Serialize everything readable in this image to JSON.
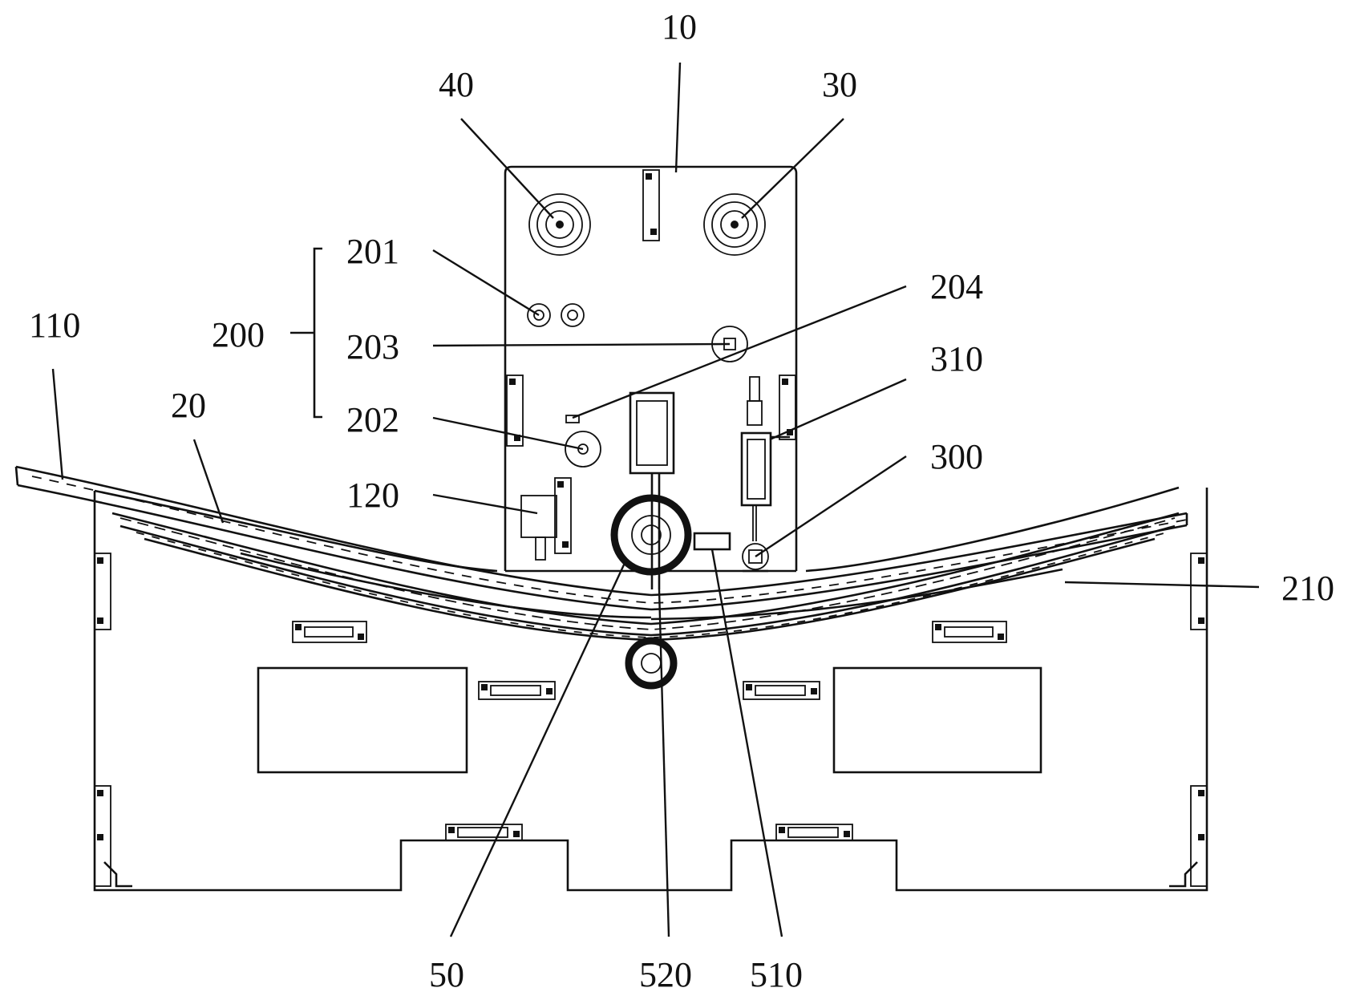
{
  "labels": {
    "l10": "10",
    "l40": "40",
    "l30": "30",
    "l201": "201",
    "l200": "200",
    "l203": "203",
    "l202": "202",
    "l204": "204",
    "l310": "310",
    "l300": "300",
    "l110": "110",
    "l20": "20",
    "l120": "120",
    "l210": "210",
    "l50": "50",
    "l520": "520",
    "l510": "510"
  }
}
